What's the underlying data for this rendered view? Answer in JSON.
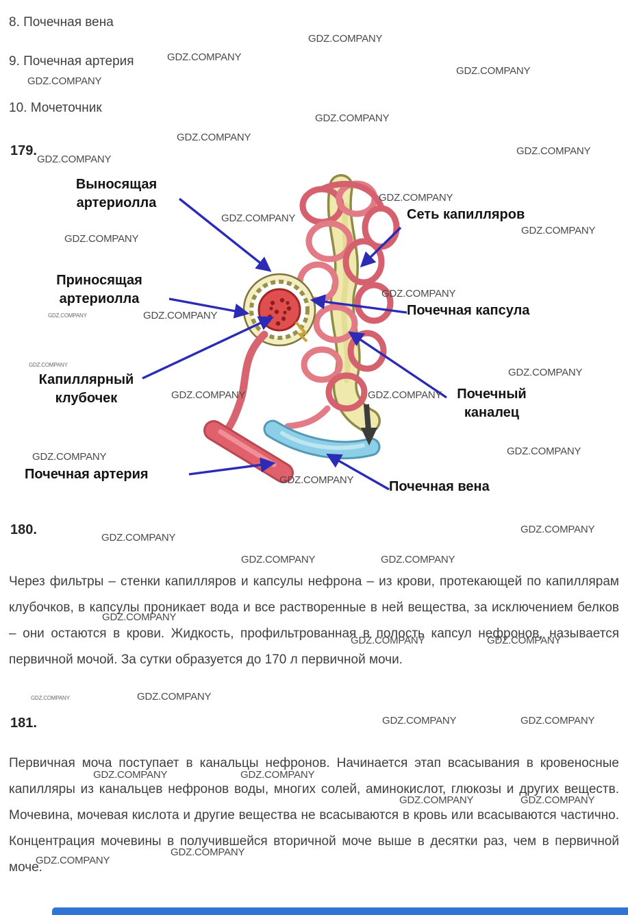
{
  "watermark": {
    "text": "GDZ.COMPANY"
  },
  "answers_list": {
    "item8": "8. Почечная вена",
    "item9": "9. Почечная артерия",
    "item10": "10. Мочеточник"
  },
  "sections": {
    "s179": "179.",
    "s180": "180.",
    "s181": "181."
  },
  "diagram": {
    "labels": {
      "efferent_arteriole": "Выносящая артериолла",
      "capillary_network": "Сеть капилляров",
      "afferent_arteriole": "Приносящая артериолла",
      "renal_capsule": "Почечная капсула",
      "capillary_glomerulus": "Капиллярный клубочек",
      "renal_tubule": "Почечный каналец",
      "renal_artery": "Почечная артерия",
      "renal_vein": "Почечная вена"
    }
  },
  "paragraphs": {
    "p180": "Через фильтры – стенки капилляров и капсулы нефрона – из крови, протекающей по капиллярам клубочков, в капсулы проникает вода и все растворенные в ней вещества, за исключением белков – они остаются в крови. Жидкость, профильтрованная в полость капсул нефронов, называется первичной мочой. За сутки образуется до 170 л первичной мочи.",
    "p181": "Первичная моча поступает в канальцы нефронов. Начинается этап всасывания в кровеносные капилляры из канальцев нефронов воды, многих солей, аминокислот, глюкозы и других веществ. Мочевина, мочевая кислота и другие вещества не всасываются в кровь или всасываются частично. Концентрация мочевины в получившейся вторичной моче выше в десятки раз, чем в первичной моче."
  },
  "colors": {
    "label_arrow": "#2b2bb6",
    "footer_bar": "#2e75d4"
  }
}
